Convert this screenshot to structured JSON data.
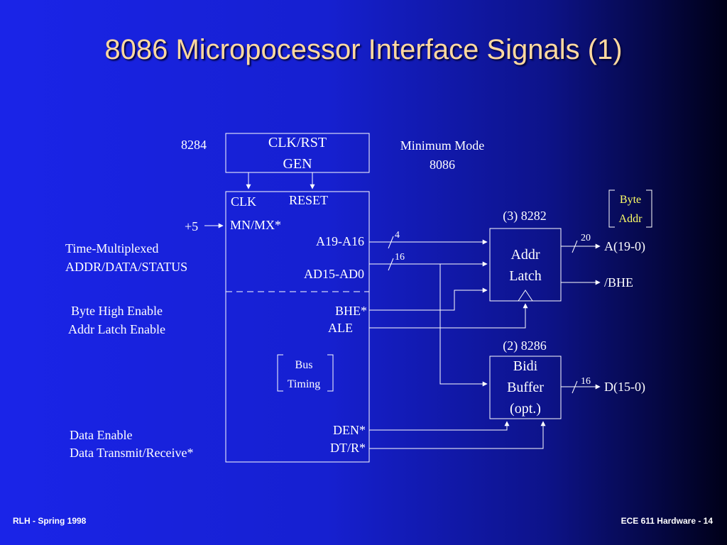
{
  "slide": {
    "title": "8086 Micropocessor Interface Signals (1)",
    "footer_left": "RLH  -  Spring 1998",
    "footer_right": "ECE 611  Hardware - 14"
  },
  "clock_gen": {
    "part": "8284",
    "label_line1": "CLK/RST",
    "label_line2": "GEN"
  },
  "cpu": {
    "mode_line1": "Minimum Mode",
    "mode_line2": "8086",
    "clk": "CLK",
    "reset": "RESET",
    "mnmx": "MN/MX*",
    "a19_a16": "A19-A16",
    "ad15_ad0": "AD15-AD0",
    "bhe": "BHE*",
    "ale": "ALE",
    "bus_timing_line1": "Bus",
    "bus_timing_line2": "Timing",
    "den": "DEN*",
    "dtr": "DT/R*"
  },
  "left_labels": {
    "plus5": "+5",
    "time_mux_line1": "Time-Multiplexed",
    "time_mux_line2": "ADDR/DATA/STATUS",
    "byte_high_enable": "Byte High Enable",
    "addr_latch_enable": "Addr Latch Enable",
    "data_enable": "Data Enable",
    "data_tx_rx": "Data Transmit/Receive*"
  },
  "latch": {
    "part": "(3) 8282",
    "label_line1": "Addr",
    "label_line2": "Latch",
    "out_addr": "A(19-0)",
    "out_bhe": "/BHE",
    "byte_addr_line1": "Byte",
    "byte_addr_line2": "Addr"
  },
  "buffer": {
    "part": "(2) 8286",
    "label_line1": "Bidi",
    "label_line2": "Buffer",
    "label_line3": "(opt.)",
    "out_data": "D(15-0)"
  },
  "bus_widths": {
    "a19_a16": "4",
    "ad15_ad0": "16",
    "addr_out": "20",
    "data_out": "16"
  },
  "colors": {
    "byte_addr_text": "#ffff66",
    "title": "#ffd9a0"
  }
}
